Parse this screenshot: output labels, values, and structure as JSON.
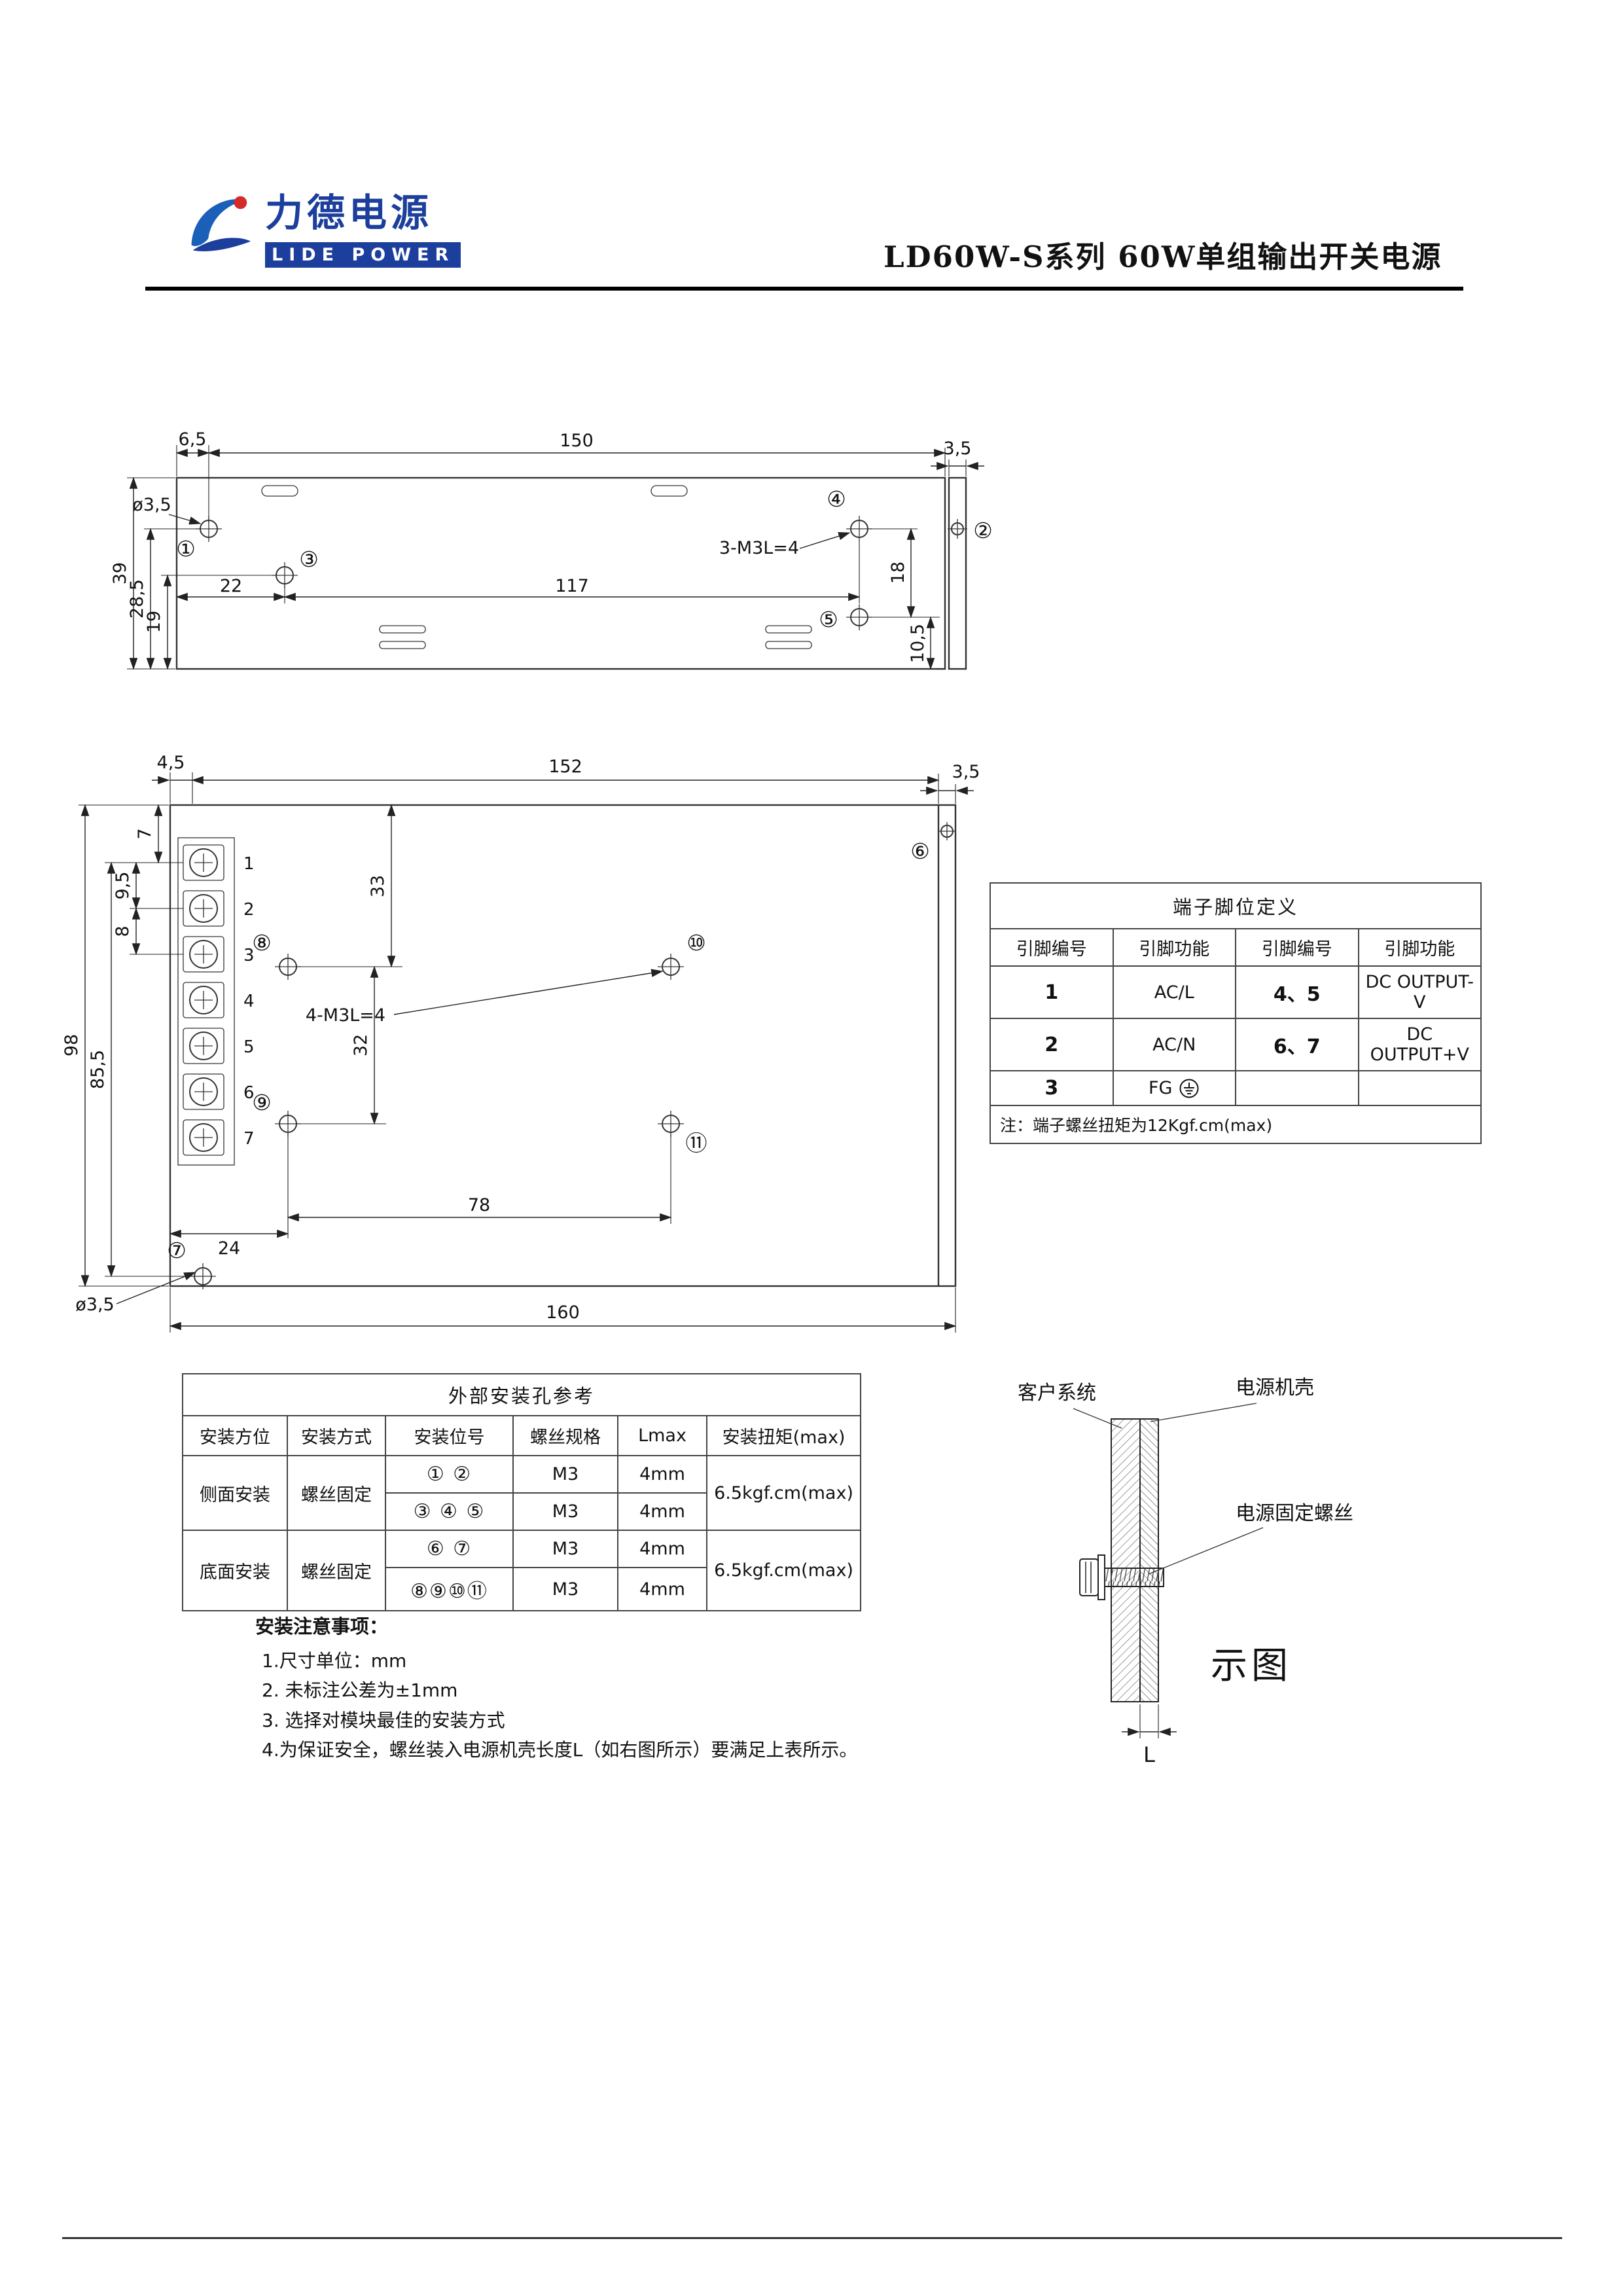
{
  "header": {
    "logo_cn": "力德电源",
    "logo_en": "LIDE POWER",
    "title": "LD60W-S系列 60W单组输出开关电源"
  },
  "colors": {
    "brand_blue": "#1c3e9c",
    "logo_red": "#d42a2a",
    "line": "#111111"
  },
  "top_view": {
    "d65": "6,5",
    "d150": "150",
    "d35": "3,5",
    "d39": "39",
    "d285": "28,5",
    "d19": "19",
    "d22": "22",
    "d117": "117",
    "d18": "18",
    "d105": "10,5",
    "hole": "ø3,5",
    "thread": "3-M3L=4",
    "b1": "①",
    "b2": "②",
    "b3": "③",
    "b4": "④",
    "b5": "⑤"
  },
  "bottom_view": {
    "d45": "4,5",
    "d152": "152",
    "d35": "3,5",
    "d7": "7",
    "d95": "9,5",
    "d8": "8",
    "d98": "98",
    "d855": "85,5",
    "d33": "33",
    "d32": "32",
    "d24": "24",
    "d78": "78",
    "d160": "160",
    "hole": "ø3,5",
    "thread": "4-M3L=4",
    "b6": "⑥",
    "b7": "⑦",
    "b8": "⑧",
    "b9": "⑨",
    "b10": "⑩",
    "b11": "⑪",
    "terminals": [
      "1",
      "2",
      "3",
      "4",
      "5",
      "6",
      "7"
    ]
  },
  "terminal_table": {
    "title": "端子脚位定义",
    "headers": [
      "引脚编号",
      "引脚功能",
      "引脚编号",
      "引脚功能"
    ],
    "r1": [
      "1",
      "AC/L",
      "4、5",
      "DC OUTPUT-V"
    ],
    "r2": [
      "2",
      "AC/N",
      "6、7",
      "DC OUTPUT+V"
    ],
    "r3_pin": "3",
    "r3_func": "FG",
    "note": "注：端子螺丝扭矩为12Kgf.cm(max)"
  },
  "mount_table": {
    "title": "外部安装孔参考",
    "headers": [
      "安装方位",
      "安装方式",
      "安装位号",
      "螺丝规格",
      "Lmax",
      "安装扭矩(max)"
    ],
    "row1": {
      "pos": "侧面安装",
      "method": "螺丝固定",
      "loc": "① ②",
      "spec": "M3",
      "lmax": "4mm",
      "torque": "6.5kgf.cm(max)"
    },
    "row2": {
      "loc": "③ ④ ⑤",
      "spec": "M3",
      "lmax": "4mm"
    },
    "row3": {
      "pos": "底面安装",
      "method": "螺丝固定",
      "loc": "⑥ ⑦",
      "spec": "M3",
      "lmax": "4mm",
      "torque": "6.5kgf.cm(max)"
    },
    "row4": {
      "loc": "⑧⑨⑩⑪",
      "spec": "M3",
      "lmax": "4mm"
    }
  },
  "side_diagram": {
    "label_customer": "客户系统",
    "label_case": "电源机壳",
    "label_screw": "电源固定螺丝",
    "caption": "示图",
    "label_L": "L"
  },
  "notes": {
    "title": "安装注意事项：",
    "items": [
      "1.尺寸单位：mm",
      "2. 未标注公差为±1mm",
      "3. 选择对模块最佳的安装方式",
      "4.为保证安全，螺丝装入电源机壳长度L（如右图所示）要满足上表所示。"
    ]
  }
}
